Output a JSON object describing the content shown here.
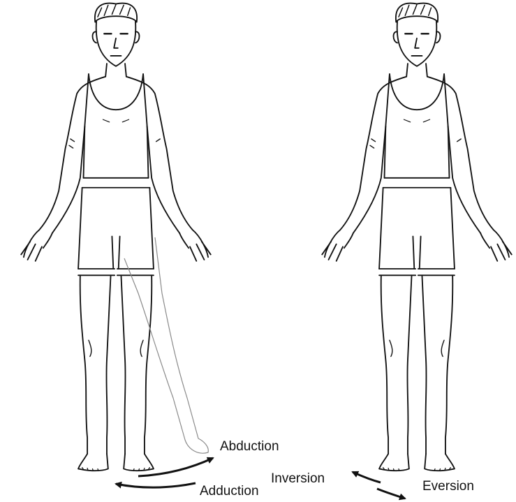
{
  "labels": {
    "abduction": "Abduction",
    "adduction": "Adduction",
    "inversion": "Inversion",
    "eversion": "Eversion"
  },
  "figures": [
    {
      "name": "figure-hip-abduction-adduction",
      "shows_ghost_leg": true
    },
    {
      "name": "figure-foot-inversion-eversion",
      "shows_ghost_leg": false
    }
  ],
  "colors": {
    "line": "#111111",
    "ghost": "#8a8a8a",
    "background": "#ffffff"
  }
}
